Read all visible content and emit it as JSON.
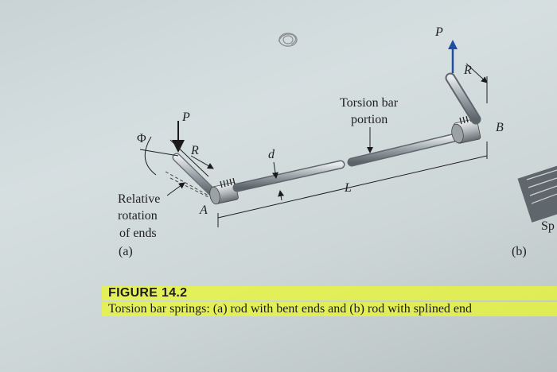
{
  "figure": {
    "labels": {
      "p_left": "P",
      "p_right": "P",
      "phi": "Φ",
      "r_left": "R",
      "r_right": "R",
      "d": "d",
      "l": "L",
      "a_point": "A",
      "b_point": "B",
      "torsion_line1": "Torsion bar",
      "torsion_line2": "portion",
      "relative_line1": "Relative",
      "relative_line2": "rotation",
      "relative_line3": "of ends",
      "sub_a": "(a)",
      "sub_b": "(b)",
      "sp_partial": "Sp"
    }
  },
  "caption": {
    "heading": "FIGURE 14.2",
    "text": "Torsion bar springs: (a) rod with bent ends and (b) rod with splined end"
  },
  "colors": {
    "rod": "#8d959b",
    "support": "#9aa1a5",
    "arrow": "#1a1a1a",
    "highlight": "#ecfa28",
    "load_arrow_right": "#1f4ea3"
  }
}
